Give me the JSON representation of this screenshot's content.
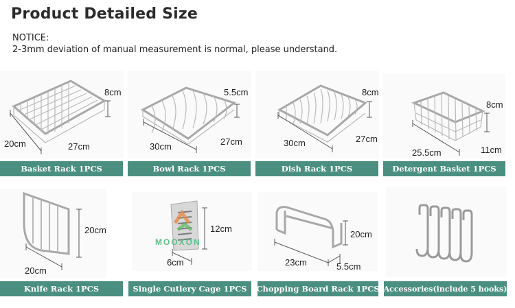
{
  "header": {
    "title": "Product Detailed Size",
    "notice_label": "NOTICE:",
    "notice_text": "2-3mm deviation of manual measurement is normal, please understand."
  },
  "products": [
    {
      "label": "Basket Rack 1PCS",
      "dims": {
        "height": "8cm",
        "depth": "20cm",
        "width": "27cm"
      }
    },
    {
      "label": "Bowl Rack 1PCS",
      "dims": {
        "height": "5.5cm",
        "width": "30cm",
        "depth": "27cm"
      }
    },
    {
      "label": "Dish Rack 1PCS",
      "dims": {
        "height": "8cm",
        "width": "30cm",
        "depth": "27cm"
      }
    },
    {
      "label": "Detergent Basket 1PCS",
      "dims": {
        "height": "8cm",
        "width": "25.5cm",
        "depth": "11cm"
      }
    },
    {
      "label": "Knife Rack 1PCS",
      "dims": {
        "height": "20cm",
        "width": "20cm"
      }
    },
    {
      "label": "Single Cutlery Cage 1PCS",
      "dims": {
        "height": "12cm",
        "width": "6cm"
      },
      "watermark": "MOOXON"
    },
    {
      "label": "Chopping Board Rack 1PCS",
      "dims": {
        "height": "20cm",
        "width": "23cm",
        "depth": "5.5cm"
      }
    },
    {
      "label": "Accessories(include 5 hooks)",
      "dims": {}
    }
  ],
  "colors": {
    "label_bar": "#4a8f80",
    "label_text": "#ffffff",
    "title": "#2b2b2b"
  }
}
